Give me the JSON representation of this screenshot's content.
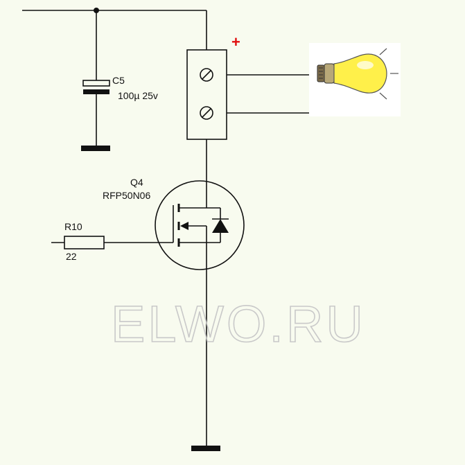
{
  "capacitor": {
    "ref": "C5",
    "value": "100µ 25v"
  },
  "transistor": {
    "ref": "Q4",
    "part": "RFP50N06"
  },
  "resistor": {
    "ref": "R10",
    "value": "22"
  },
  "terminal": {
    "polarity_mark": "+"
  },
  "watermark": {
    "text": "ELWO.RU"
  },
  "colors": {
    "background": "#f8fbef",
    "wire": "#111111",
    "polarity": "#e01010",
    "bulb": "#fff04a",
    "watermark": "#c9c9c9"
  }
}
